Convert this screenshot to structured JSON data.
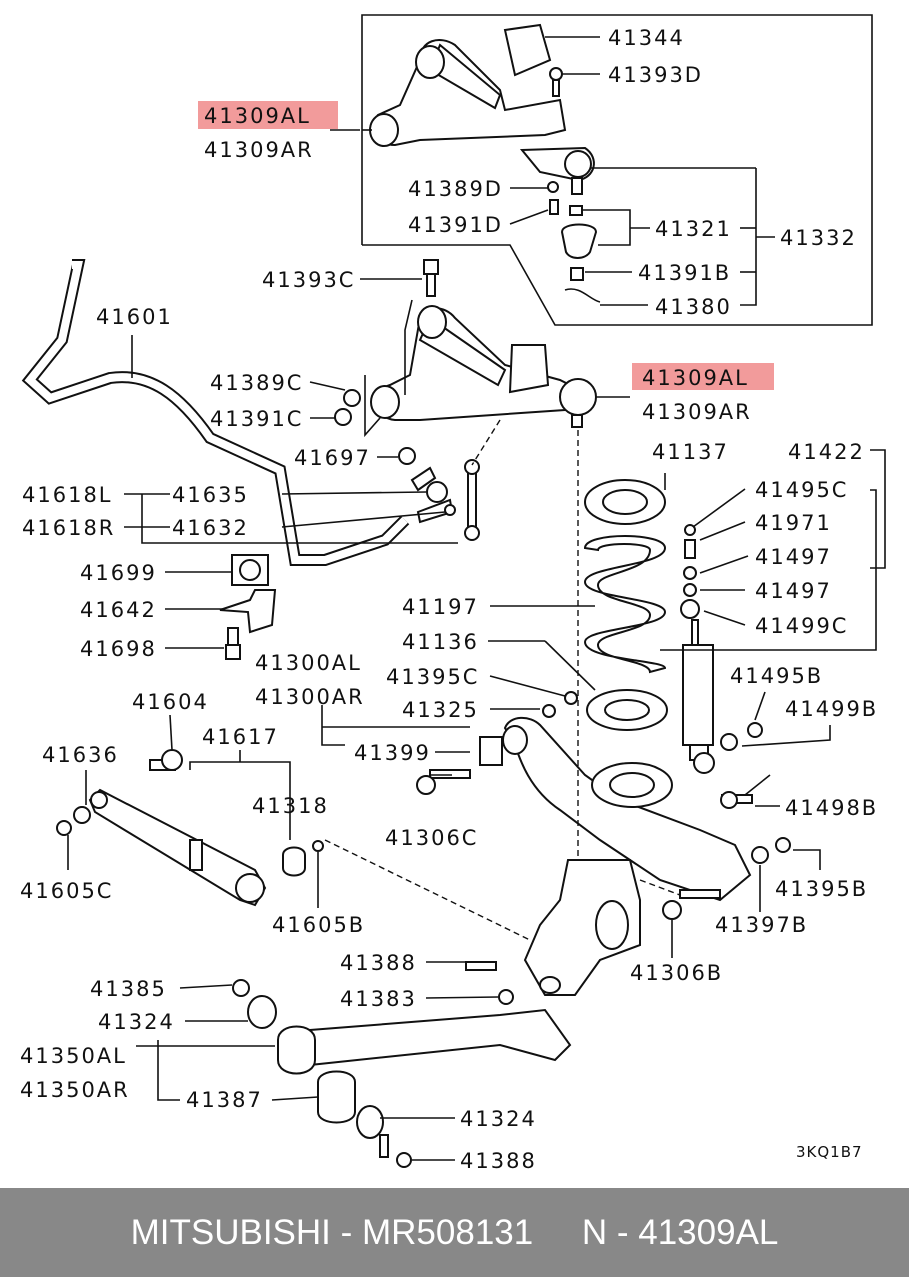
{
  "footer": {
    "brand": "MITSUBISHI",
    "sep1": " - ",
    "part_number": "MR508131",
    "gap": "     ",
    "key": "N",
    "sep2": " - ",
    "ref": "41309AL"
  },
  "colors": {
    "highlight": "#f08a8a",
    "footer_bg": "#888888"
  },
  "diagram_code": "3KQ1B7",
  "labels": {
    "l41344": "41344",
    "l41393D": "41393D",
    "l41309AL_top": "41309AL",
    "l41309AR_top": "41309AR",
    "l41389D": "41389D",
    "l41391D": "41391D",
    "l41321": "41321",
    "l41332": "41332",
    "l41391B": "41391B",
    "l41380": "41380",
    "l41393C": "41393C",
    "l41601": "41601",
    "l41309AL_mid": "41309AL",
    "l41309AR_mid": "41309AR",
    "l41389C": "41389C",
    "l41391C": "41391C",
    "l41697": "41697",
    "l41137": "41137",
    "l41422": "41422",
    "l41618L": "41618L",
    "l41618R": "41618R",
    "l41635": "41635",
    "l41632": "41632",
    "l41495C": "41495C",
    "l41971": "41971",
    "l41497a": "41497",
    "l41497b": "41497",
    "l41699": "41699",
    "l41642": "41642",
    "l41698": "41698",
    "l41197": "41197",
    "l41499C": "41499C",
    "l41136": "41136",
    "l41300AL": "41300AL",
    "l41300AR": "41300AR",
    "l41395C": "41395C",
    "l41495B": "41495B",
    "l41604": "41604",
    "l41325": "41325",
    "l41499B": "41499B",
    "l41617": "41617",
    "l41636": "41636",
    "l41399": "41399",
    "l41318": "41318",
    "l41306C": "41306C",
    "l41498B": "41498B",
    "l41605C": "41605C",
    "l41395B": "41395B",
    "l41605B": "41605B",
    "l41397B": "41397B",
    "l41388a": "41388",
    "l41306B": "41306B",
    "l41385": "41385",
    "l41383": "41383",
    "l41324a": "41324",
    "l41350AL": "41350AL",
    "l41350AR": "41350AR",
    "l41387": "41387",
    "l41324b": "41324",
    "l41388b": "41388"
  }
}
